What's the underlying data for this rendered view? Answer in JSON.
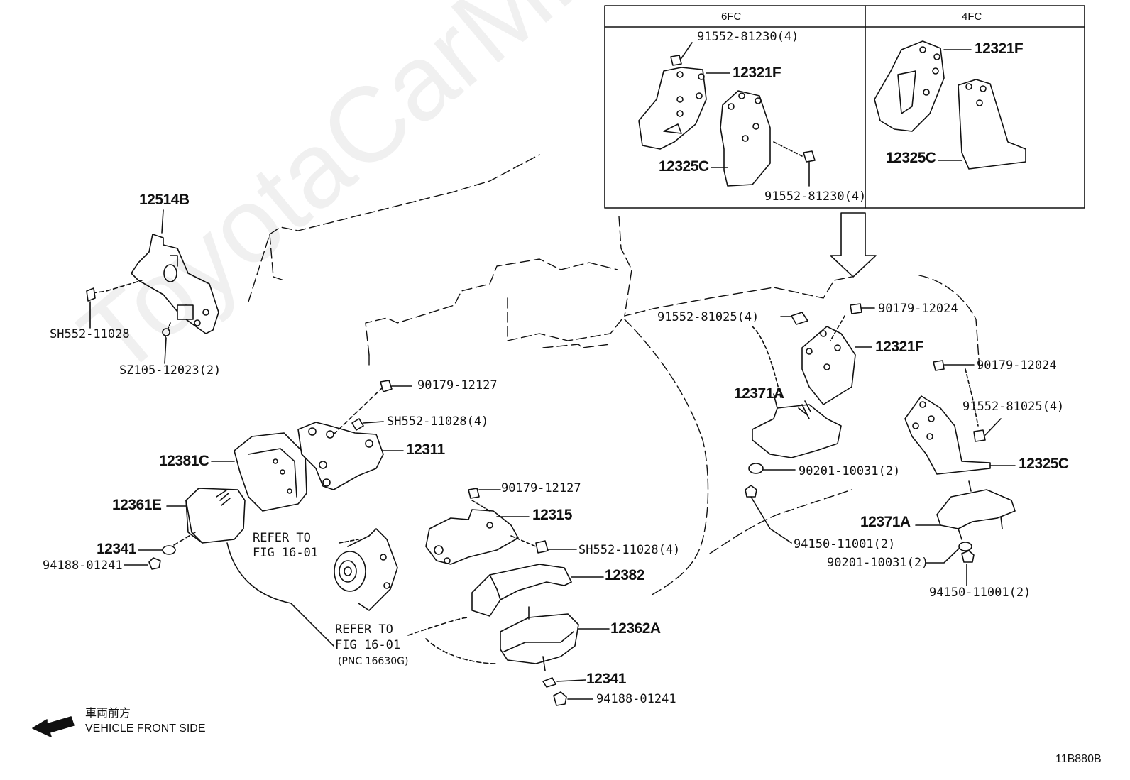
{
  "figure_code": "11B880B",
  "watermark": "ToyotaCarMine.ru",
  "inset": {
    "variant_left": "6FC",
    "variant_right": "4FC"
  },
  "front_note": {
    "jp": "車両前方",
    "en": "VEHICLE FRONT SIDE"
  },
  "refer": {
    "upper_line1": "REFER TO",
    "upper_line2": "FIG 16-01",
    "lower_line1": "REFER TO",
    "lower_line2": "FIG 16-01",
    "lower_line3": "(PNC 16630G)"
  },
  "parts": {
    "p12514B": "12514B",
    "pSH552_11028_a": "SH552-11028",
    "pSZ105_12023": "SZ105-12023(2)",
    "p90179_12127_a": "90179-12127",
    "pSH552_11028_4a": "SH552-11028(4)",
    "p12311": "12311",
    "p12381C": "12381C",
    "p12361E": "12361E",
    "p12341_a": "12341",
    "p94188_01241_a": "94188-01241",
    "p90179_12127_b": "90179-12127",
    "p12315": "12315",
    "pSH552_11028_4b": "SH552-11028(4)",
    "p12382": "12382",
    "p12362A": "12362A",
    "p12341_b": "12341",
    "p94188_01241_b": "94188-01241",
    "p91552_81025_4a": "91552-81025(4)",
    "p90179_12024_a": "90179-12024",
    "p12321F_main": "12321F",
    "p12371A_a": "12371A",
    "p90201_10031_2a": "90201-10031(2)",
    "p94150_11001_2a": "94150-11001(2)",
    "p90179_12024_b": "90179-12024",
    "p91552_81025_4b": "91552-81025(4)",
    "p12325C_main": "12325C",
    "p12371A_b": "12371A",
    "p90201_10031_2b": "90201-10031(2)",
    "p94150_11001_2b": "94150-11001(2)",
    "p91552_81230_4a": "91552-81230(4)",
    "p12321F_6fc": "12321F",
    "p12325C_6fc": "12325C",
    "p91552_81230_4b": "91552-81230(4)",
    "p12321F_4fc": "12321F",
    "p12325C_4fc": "12325C"
  }
}
